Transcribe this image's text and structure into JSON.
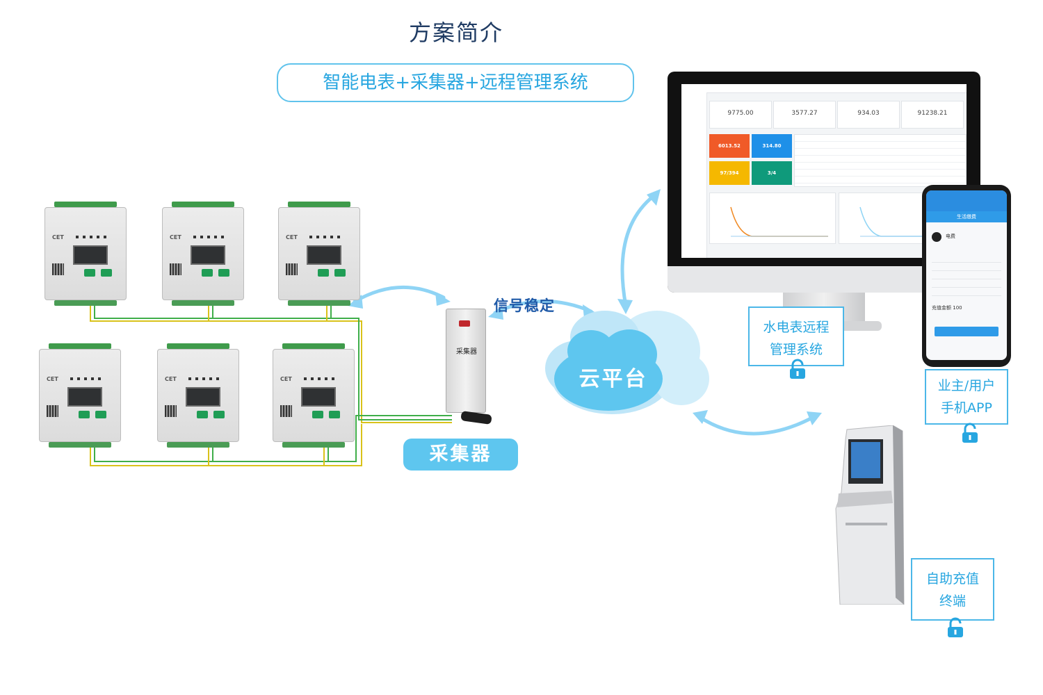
{
  "title": "方案简介",
  "subtitle": "智能电表+采集器+远程管理系统",
  "meter_brand": "CET",
  "collector_text": "采集器",
  "collector_label": "采集器",
  "signal_text": "信号稳定",
  "cloud_text": "云平台",
  "dashboard": {
    "stats": [
      "9775.00",
      "3577.27",
      "934.03",
      "91238.21"
    ],
    "tiles": [
      {
        "value": "6013.52",
        "color": "#f05a28"
      },
      {
        "value": "314.80",
        "color": "#1e90e8"
      },
      {
        "value": "97/394",
        "color": "#f5b800"
      },
      {
        "value": "3/4",
        "color": "#0f9a7b"
      }
    ]
  },
  "phone": {
    "header": "生活缴费",
    "item": "电费",
    "amount_label": "充值金额",
    "amount": "100"
  },
  "boxes": {
    "web_system": {
      "line1": "水电表远程",
      "line2": "管理系统"
    },
    "mobile_app": {
      "line1": "业主/用户",
      "line2": "手机APP"
    },
    "terminal": {
      "line1": "自助充值",
      "line2": "终端"
    }
  },
  "colors": {
    "accent": "#5ec6ef",
    "text_blue": "#27a6e0",
    "title": "#1f3b63",
    "signal": "#1f5aa8"
  }
}
